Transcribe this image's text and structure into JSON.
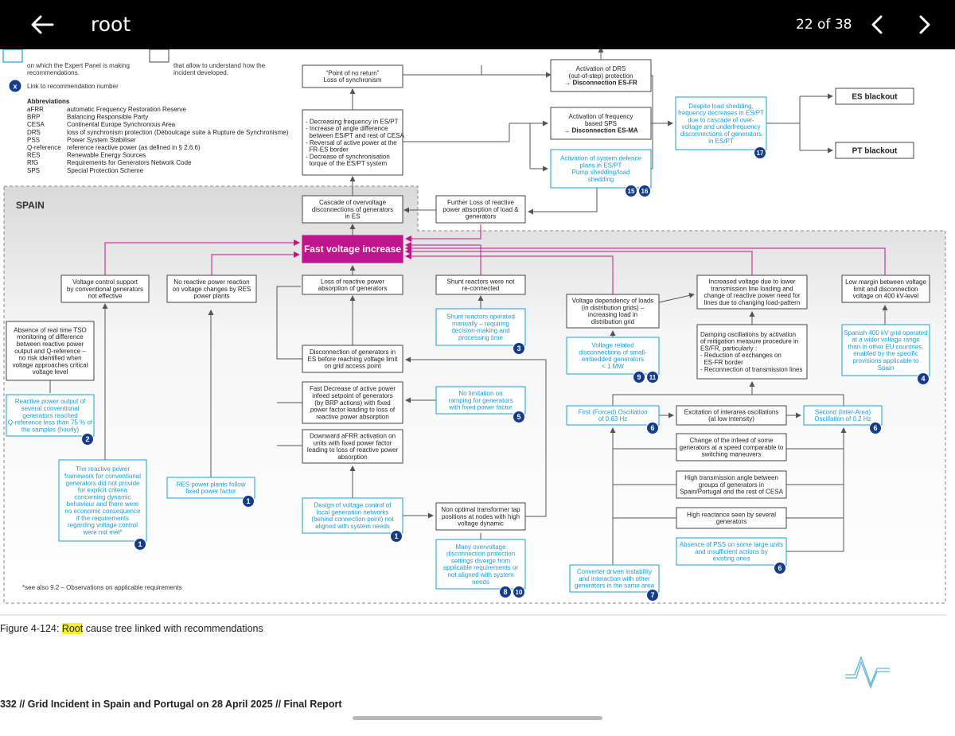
{
  "header": {
    "title": "root",
    "page": "22 of 38"
  },
  "legend": {
    "item1": [
      "on which the Expert Panel is making",
      "recommendations."
    ],
    "item2": [
      "that allow to understand how the",
      "incident developed."
    ],
    "badge": "X",
    "link_label": "Link to recommendation number",
    "abbr_title": "Abbreviations",
    "abbrs": [
      [
        "aFRR",
        "automatic Frequency Restoration Reserve"
      ],
      [
        "BRP",
        "Balancing Responsible Party"
      ],
      [
        "CESA",
        "Continental Europe Synchronous Area"
      ],
      [
        "DRS",
        "loss of synchronism protection (Déboulcage suite à Rupture de Synchronisme)"
      ],
      [
        "PSS",
        "Power System Stabiliser"
      ],
      [
        "Q-reference",
        "reference reactive power (as defined in § 2.6.6)"
      ],
      [
        "RES",
        "Renewable Energy Sources"
      ],
      [
        "RfG",
        "Requirements for Generators Network Code"
      ],
      [
        "SPS",
        "Special Protection Scheme"
      ]
    ]
  },
  "region_label": "SPAIN",
  "see_also": "*see also 9.2 – Observations on applicable requirements",
  "caption": {
    "prefix": "Figure 4-124: ",
    "highlight": "Root",
    "rest": " cause tree linked with recommendations"
  },
  "footer": "332  //  Grid Incident in Spain and Portugal on 28 April 2025  //  Final Report",
  "nodes": [
    {
      "id": "ponr",
      "lines": [
        "“Point of no return”",
        "Loss of synchronism"
      ]
    },
    {
      "id": "decfreq",
      "lines": [
        "- Decreasing frequency in ES/PT",
        "- Increase of angle difference",
        "  between ES/PT and rest of CESA",
        "- Reversal of active power at the",
        "  FR-ES border",
        "- Decrease of synchronisation",
        "  torque of the ES/PT system"
      ]
    },
    {
      "id": "drs",
      "lines": [
        "Activation of DRS",
        "(out-of-step) protection",
        "→ Disconnection ES-FR"
      ]
    },
    {
      "id": "fsps",
      "lines": [
        "Activation of frequency",
        "based SPS",
        "→ Disconnection ES-MA"
      ]
    },
    {
      "id": "sysdef",
      "lines": [
        "Activation of system defence",
        "plans in ES/PT",
        "Pump shedding/load",
        "shedding"
      ]
    },
    {
      "id": "despite",
      "lines": [
        "Despite load shedding,",
        "frequency decreases in ES/PT",
        "due to cascade of over-",
        "voltage and underfrequency",
        "disconnections of generators",
        "in ES/PT"
      ]
    },
    {
      "id": "esb",
      "lines": [
        "ES blackout"
      ]
    },
    {
      "id": "ptb",
      "lines": [
        "PT blackout"
      ]
    },
    {
      "id": "cascade",
      "lines": [
        "Cascade of overvoltage",
        "disconnections of generators",
        "in ES"
      ]
    },
    {
      "id": "further",
      "lines": [
        "Further Loss of reactive",
        "power absorption of load &",
        "generators"
      ]
    },
    {
      "id": "fvi",
      "lines": [
        "Fast voltage increase"
      ]
    },
    {
      "id": "vcs",
      "lines": [
        "Voltage control support",
        "by conventional generators",
        "not effective"
      ]
    },
    {
      "id": "norr",
      "lines": [
        "No reactive power reaction",
        "on voltage changes by RES",
        "power plants"
      ]
    },
    {
      "id": "lossrp",
      "lines": [
        "Loss of reactive power",
        "absorption of generators"
      ]
    },
    {
      "id": "shunt",
      "lines": [
        "Shunt reactors were not",
        "re-connected"
      ]
    },
    {
      "id": "shuntman",
      "lines": [
        "Shunt reactors operated",
        "manually – requiring",
        "decision-making and",
        "processing time"
      ]
    },
    {
      "id": "absence",
      "lines": [
        "Absence of real time TSO",
        "monitoring of difference",
        "between reactive power",
        "output and Q-reference –",
        "no risk identified when",
        "voltage approaches critical",
        "voltage level"
      ]
    },
    {
      "id": "rpo",
      "lines": [
        "Reactive power output of",
        "several conventional",
        "generators reached",
        "Q-reference less than 75 % of",
        "the samples (hourly)"
      ]
    },
    {
      "id": "framework",
      "lines": [
        "The reactive power",
        "framework for conventional",
        "generators did not provide",
        "for explicit criteria",
        "concerning dynamic",
        "behaviour and there were",
        "no economic consequence",
        "if the requirements",
        "regarding voltage control",
        "were not met*"
      ]
    },
    {
      "id": "resfixed",
      "lines": [
        "RES power plants follow",
        "fixed power factor"
      ]
    },
    {
      "id": "discgen",
      "lines": [
        "Disconnection of generators in",
        "ES before reaching voltage limit",
        "on grid access point"
      ]
    },
    {
      "id": "fastdec",
      "lines": [
        "Fast Decrease of active power",
        "infeed setpoint of generators",
        "(by BRP actions) with fixed",
        "power factor leading to loss of",
        "reactive power absorption"
      ]
    },
    {
      "id": "nolimit",
      "lines": [
        "No limitation on",
        "ramping for generators",
        "with fixed power factor"
      ]
    },
    {
      "id": "downafrr",
      "lines": [
        "Downward aFRR activation on",
        "units with fixed power factor",
        "leading to loss of reactive power",
        "absorption"
      ]
    },
    {
      "id": "design",
      "lines": [
        "Design of voltage control of",
        "local generation networks",
        "(behind connection point) not",
        "aligned with system needs"
      ]
    },
    {
      "id": "nonopt",
      "lines": [
        "Non optimal transformer tap",
        "positions at nodes with high",
        "voltage dynamic"
      ]
    },
    {
      "id": "manyov",
      "lines": [
        "Many overvoltage",
        "disconnection protection",
        "settings diverge from",
        "applicable requirements or",
        "not aligned with system",
        "needs"
      ]
    },
    {
      "id": "vdep",
      "lines": [
        "Voltage dependency of loads",
        "(in distribution grids) –",
        "increasing load in",
        "distribution grid"
      ]
    },
    {
      "id": "incvolt",
      "lines": [
        "Increased voltage due to lower",
        "transmission line loading and",
        "change of reactive power need for",
        "lines due to changing load-pattern"
      ]
    },
    {
      "id": "lowmargin",
      "lines": [
        "Low margin between voltage",
        "limit and disconnection",
        "voltage on 400 kV-level"
      ]
    },
    {
      "id": "spanish",
      "lines": [
        "Spanish 400 kV grid operated",
        "at a wider voltage range",
        "than in other EU countries,",
        "enabled by the specific",
        "provisions applicable to",
        "Spain"
      ]
    },
    {
      "id": "vrel",
      "lines": [
        "Voltage related",
        "disconnections of small-",
        "embedded generators",
        "< 1 MW"
      ]
    },
    {
      "id": "damping",
      "lines": [
        "Damping oscillations by activation",
        "of mitigation measure procedure in",
        "ES/FR, particularly :",
        "- Reduction of exchanges on",
        "  ES-FR border",
        "- Reconnection of transmission lines"
      ]
    },
    {
      "id": "firstosc",
      "lines": [
        "First (Forced) Oscillation",
        "of 0.63 Hz"
      ]
    },
    {
      "id": "excit",
      "lines": [
        "Excitation of interarea oscillations",
        "(at low intensity)"
      ]
    },
    {
      "id": "secondosc",
      "lines": [
        "Second (Inter-Area)",
        "Oscillation of 0.2 Hz"
      ]
    },
    {
      "id": "change",
      "lines": [
        "Change of the infeed of some",
        "generators at a speed comparable to",
        "switching maneuvers"
      ]
    },
    {
      "id": "hightrans",
      "lines": [
        "High transmission angle between",
        "groups of generators in",
        "Spain/Portugal and the rest of CESA"
      ]
    },
    {
      "id": "highreact",
      "lines": [
        "High reactance seen by several",
        "generators"
      ]
    },
    {
      "id": "pss",
      "lines": [
        "Absence of PSS on some large units",
        "and insufficient actions by",
        "existing ones"
      ]
    },
    {
      "id": "conv",
      "lines": [
        "Converter driven instability",
        "and interaction with other",
        "generators in the same area"
      ]
    }
  ],
  "badges": [
    {
      "for": "sysdef",
      "nums": [
        "15",
        "16"
      ]
    },
    {
      "for": "despite",
      "nums": [
        "17"
      ]
    },
    {
      "for": "shuntman",
      "nums": [
        "3"
      ]
    },
    {
      "for": "rpo",
      "nums": [
        "2"
      ]
    },
    {
      "for": "framework",
      "nums": [
        "1"
      ]
    },
    {
      "for": "resfixed",
      "nums": [
        "1"
      ]
    },
    {
      "for": "nolimit",
      "nums": [
        "5"
      ]
    },
    {
      "for": "design",
      "nums": [
        "1"
      ]
    },
    {
      "for": "manyov",
      "nums": [
        "8",
        "10"
      ]
    },
    {
      "for": "spanish",
      "nums": [
        "4"
      ]
    },
    {
      "for": "vrel",
      "nums": [
        "9",
        "11"
      ]
    },
    {
      "for": "firstosc",
      "nums": [
        "6"
      ]
    },
    {
      "for": "secondosc",
      "nums": [
        "6"
      ]
    },
    {
      "for": "pss",
      "nums": [
        "6"
      ]
    },
    {
      "for": "conv",
      "nums": [
        "7"
      ]
    }
  ]
}
